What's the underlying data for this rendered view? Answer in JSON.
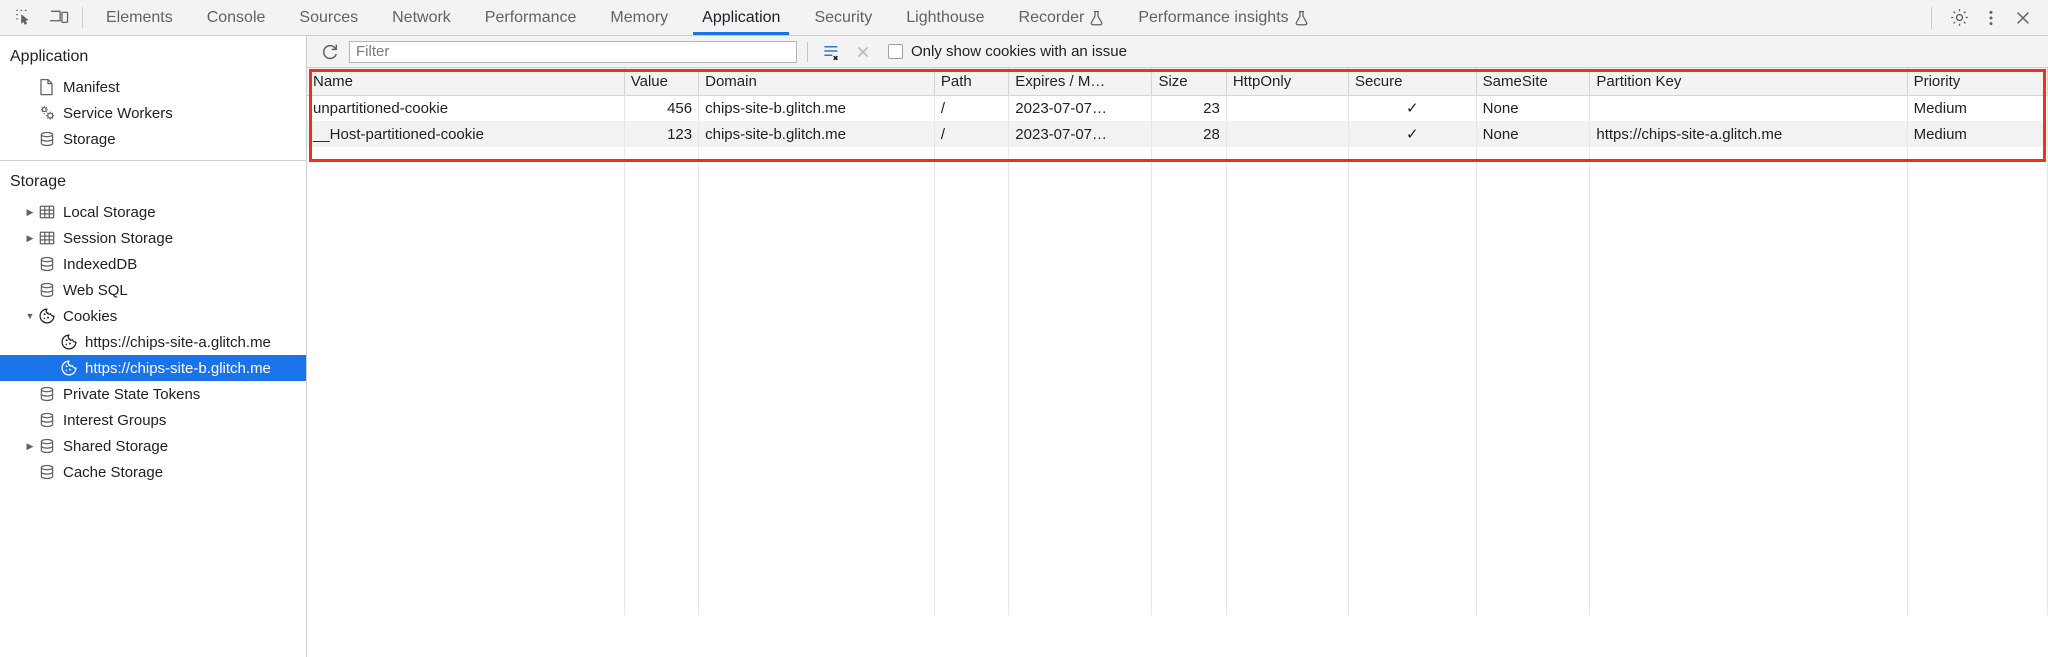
{
  "toolbar": {
    "inspect_icon": "inspect-element-icon",
    "device_icon": "device-toolbar-icon",
    "tabs": [
      {
        "label": "Elements",
        "active": false,
        "experimental": false
      },
      {
        "label": "Console",
        "active": false,
        "experimental": false
      },
      {
        "label": "Sources",
        "active": false,
        "experimental": false
      },
      {
        "label": "Network",
        "active": false,
        "experimental": false
      },
      {
        "label": "Performance",
        "active": false,
        "experimental": false
      },
      {
        "label": "Memory",
        "active": false,
        "experimental": false
      },
      {
        "label": "Application",
        "active": true,
        "experimental": false
      },
      {
        "label": "Security",
        "active": false,
        "experimental": false
      },
      {
        "label": "Lighthouse",
        "active": false,
        "experimental": false
      },
      {
        "label": "Recorder",
        "active": false,
        "experimental": true
      },
      {
        "label": "Performance insights",
        "active": false,
        "experimental": true
      }
    ],
    "settings_icon": "gear-icon",
    "more_icon": "kebab-menu-icon",
    "close_icon": "close-icon"
  },
  "sidebar": {
    "sections": [
      {
        "title": "Application",
        "items": [
          {
            "label": "Manifest",
            "icon": "manifest-document-icon",
            "twisty": "none",
            "depth": 1,
            "selected": false
          },
          {
            "label": "Service Workers",
            "icon": "service-workers-gears-icon",
            "twisty": "none",
            "depth": 1,
            "selected": false
          },
          {
            "label": "Storage",
            "icon": "database-icon",
            "twisty": "none",
            "depth": 1,
            "selected": false
          }
        ]
      },
      {
        "title": "Storage",
        "items": [
          {
            "label": "Local Storage",
            "icon": "table-grid-icon",
            "twisty": "collapsed",
            "depth": 1,
            "selected": false
          },
          {
            "label": "Session Storage",
            "icon": "table-grid-icon",
            "twisty": "collapsed",
            "depth": 1,
            "selected": false
          },
          {
            "label": "IndexedDB",
            "icon": "database-icon",
            "twisty": "none",
            "depth": 1,
            "selected": false
          },
          {
            "label": "Web SQL",
            "icon": "database-icon",
            "twisty": "none",
            "depth": 1,
            "selected": false
          },
          {
            "label": "Cookies",
            "icon": "cookie-icon",
            "twisty": "expanded",
            "depth": 1,
            "selected": false
          },
          {
            "label": "https://chips-site-a.glitch.me",
            "icon": "cookie-icon",
            "twisty": "none",
            "depth": 2,
            "selected": false
          },
          {
            "label": "https://chips-site-b.glitch.me",
            "icon": "cookie-icon",
            "twisty": "none",
            "depth": 2,
            "selected": true
          },
          {
            "label": "Private State Tokens",
            "icon": "database-icon",
            "twisty": "none",
            "depth": 1,
            "selected": false
          },
          {
            "label": "Interest Groups",
            "icon": "database-icon",
            "twisty": "none",
            "depth": 1,
            "selected": false
          },
          {
            "label": "Shared Storage",
            "icon": "database-icon",
            "twisty": "collapsed",
            "depth": 1,
            "selected": false
          },
          {
            "label": "Cache Storage",
            "icon": "database-icon",
            "twisty": "none",
            "depth": 1,
            "selected": false
          }
        ]
      }
    ]
  },
  "filter_bar": {
    "refresh_icon": "refresh-icon",
    "filter_placeholder": "Filter",
    "filter_value": "",
    "clear_filter_icon": "clear-filter-icon",
    "clear_all_icon": "clear-all-cookies-icon",
    "issue_checkbox_label": "Only show cookies with an issue",
    "issue_checkbox_checked": false
  },
  "cookie_table": {
    "columns": [
      "Name",
      "Value",
      "Domain",
      "Path",
      "Expires / M…",
      "Size",
      "HttpOnly",
      "Secure",
      "SameSite",
      "Partition Key",
      "Priority"
    ],
    "rows": [
      {
        "Name": "unpartitioned-cookie",
        "Value": "456",
        "Domain": "chips-site-b.glitch.me",
        "Path": "/",
        "Expires / M…": "2023-07-07…",
        "Size": "23",
        "HttpOnly": "",
        "Secure": "✓",
        "SameSite": "None",
        "Partition Key": "",
        "Priority": "Medium"
      },
      {
        "Name": "__Host-partitioned-cookie",
        "Value": "123",
        "Domain": "chips-site-b.glitch.me",
        "Path": "/",
        "Expires / M…": "2023-07-07…",
        "Size": "28",
        "HttpOnly": "",
        "Secure": "✓",
        "SameSite": "None",
        "Partition Key": "https://chips-site-a.glitch.me",
        "Priority": "Medium"
      }
    ]
  },
  "colors": {
    "accent_blue": "#1a73e8",
    "highlight_red": "#f03018",
    "toolbar_bg": "#f3f3f3",
    "text": "#202124",
    "muted_text": "#5f6368"
  }
}
